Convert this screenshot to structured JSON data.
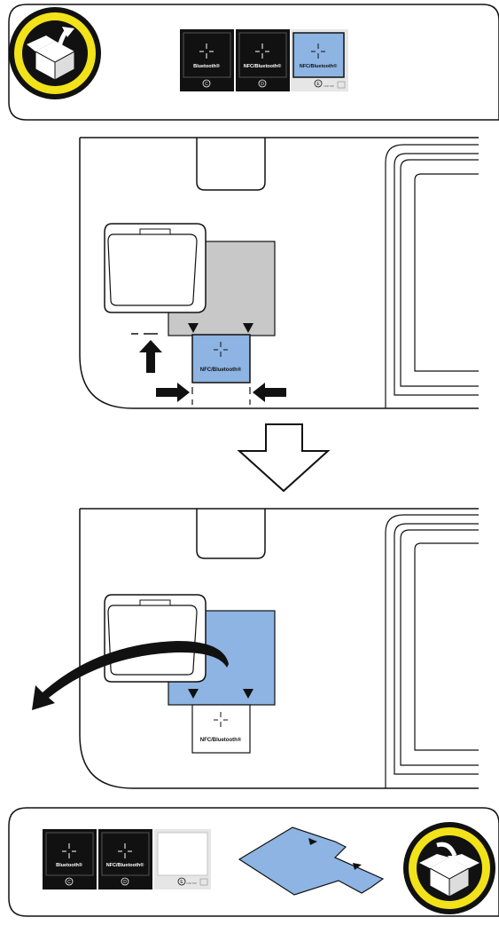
{
  "colors": {
    "blue": "#8db4e2",
    "grey": "#c8c8c8",
    "black": "#111111",
    "yellow": "#f2e21a",
    "lightgrey": "#e6e6e6"
  },
  "icons": {
    "open_box": "open-box-icon",
    "close_box": "close-box-icon",
    "down_arrow": "outline-down-arrow-icon"
  },
  "top_labels": {
    "c": {
      "line1": "",
      "line2": "Bluetooth®",
      "letter": "C"
    },
    "d": {
      "line1": "",
      "line2": "NFC/Bluetooth®",
      "letter": "D"
    },
    "e": {
      "line1": "",
      "line2": "NFC/Bluetooth®",
      "letter": "E"
    }
  },
  "step1": {
    "label_text": "NFC/Bluetooth®"
  },
  "step2": {
    "label_text": "NFC/Bluetooth®"
  },
  "bottom_labels": {
    "c": {
      "line2": "Bluetooth®",
      "letter": "C"
    },
    "d": {
      "line2": "NFC/Bluetooth®",
      "letter": "D"
    },
    "e": {
      "letter": "E"
    }
  },
  "small_print": "FOR TOP"
}
